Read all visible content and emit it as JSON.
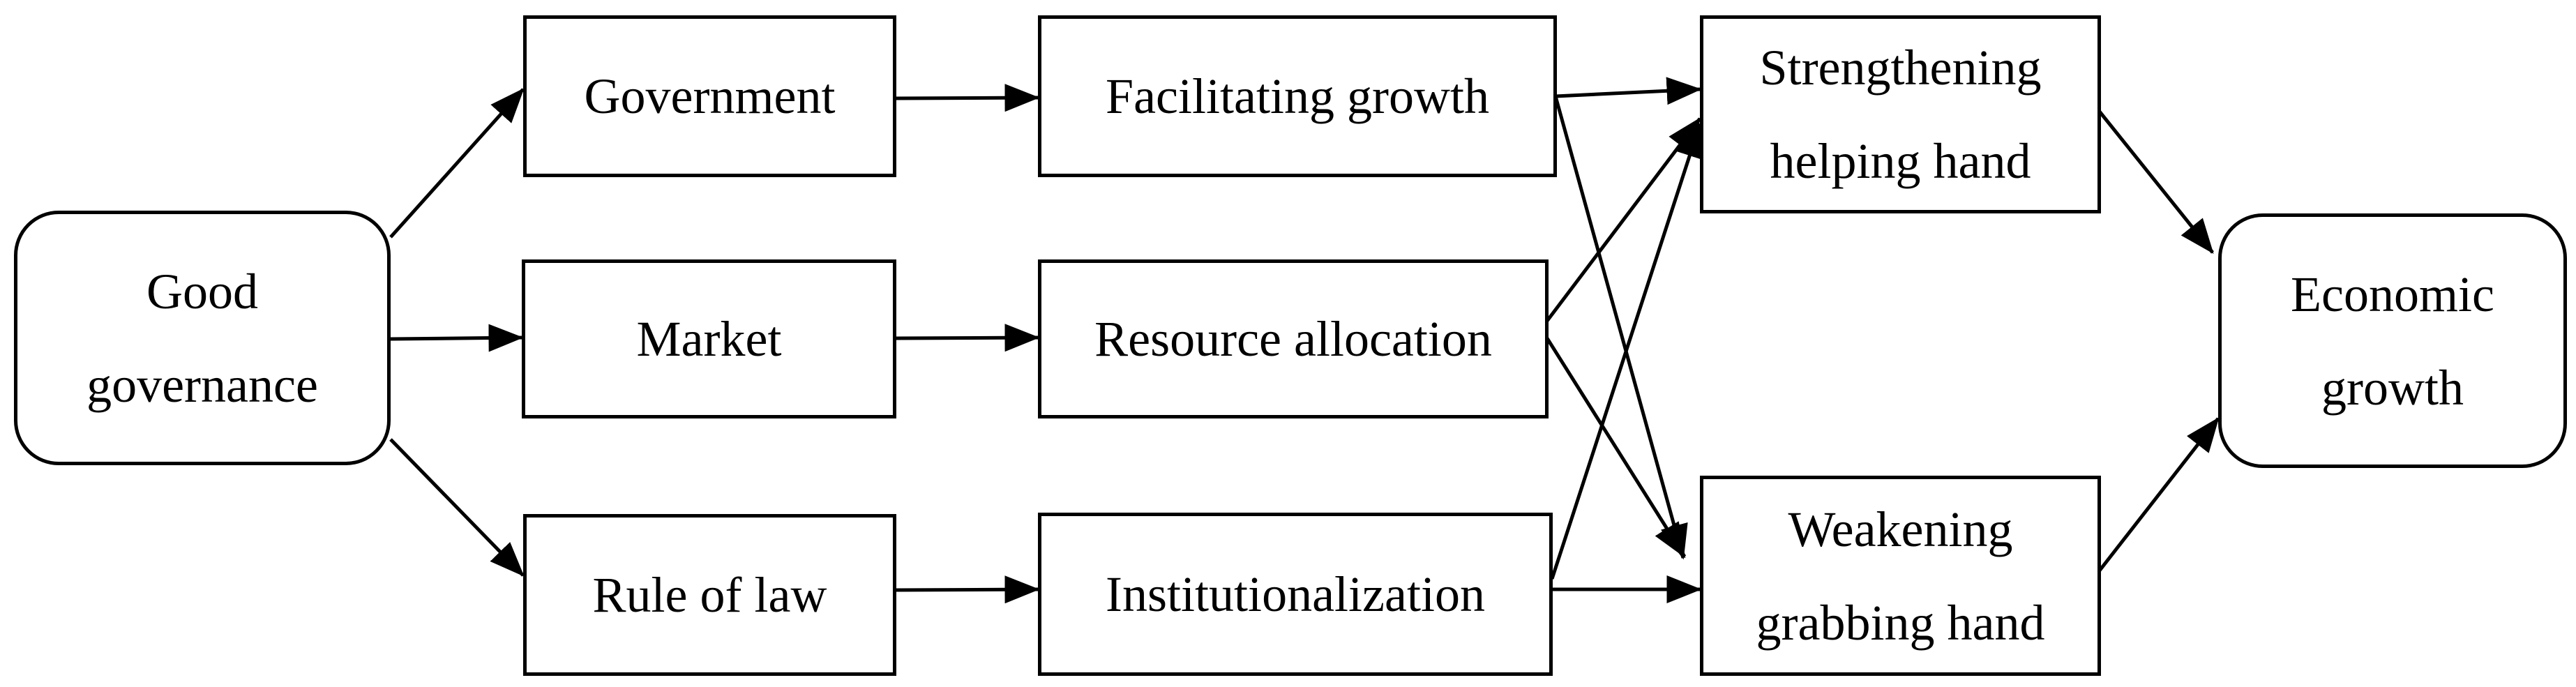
{
  "nodes": {
    "good_governance": "Good\ngovernance",
    "government": "Government",
    "market": "Market",
    "rule_of_law": "Rule of law",
    "facilitating_growth": "Facilitating growth",
    "resource_allocation": "Resource allocation",
    "institutionalization": "Institutionalization",
    "strengthening_helping_hand": "Strengthening\nhelping hand",
    "weakening_grabbing_hand": "Weakening\ngrabbing hand",
    "economic_growth": "Economic\ngrowth"
  },
  "edges": [
    {
      "from": "good_governance",
      "to": "government"
    },
    {
      "from": "good_governance",
      "to": "market"
    },
    {
      "from": "good_governance",
      "to": "rule_of_law"
    },
    {
      "from": "government",
      "to": "facilitating_growth"
    },
    {
      "from": "market",
      "to": "resource_allocation"
    },
    {
      "from": "rule_of_law",
      "to": "institutionalization"
    },
    {
      "from": "facilitating_growth",
      "to": "strengthening_helping_hand"
    },
    {
      "from": "facilitating_growth",
      "to": "weakening_grabbing_hand"
    },
    {
      "from": "resource_allocation",
      "to": "strengthening_helping_hand"
    },
    {
      "from": "resource_allocation",
      "to": "weakening_grabbing_hand"
    },
    {
      "from": "institutionalization",
      "to": "strengthening_helping_hand"
    },
    {
      "from": "institutionalization",
      "to": "weakening_grabbing_hand"
    },
    {
      "from": "strengthening_helping_hand",
      "to": "economic_growth"
    },
    {
      "from": "weakening_grabbing_hand",
      "to": "economic_growth"
    }
  ]
}
